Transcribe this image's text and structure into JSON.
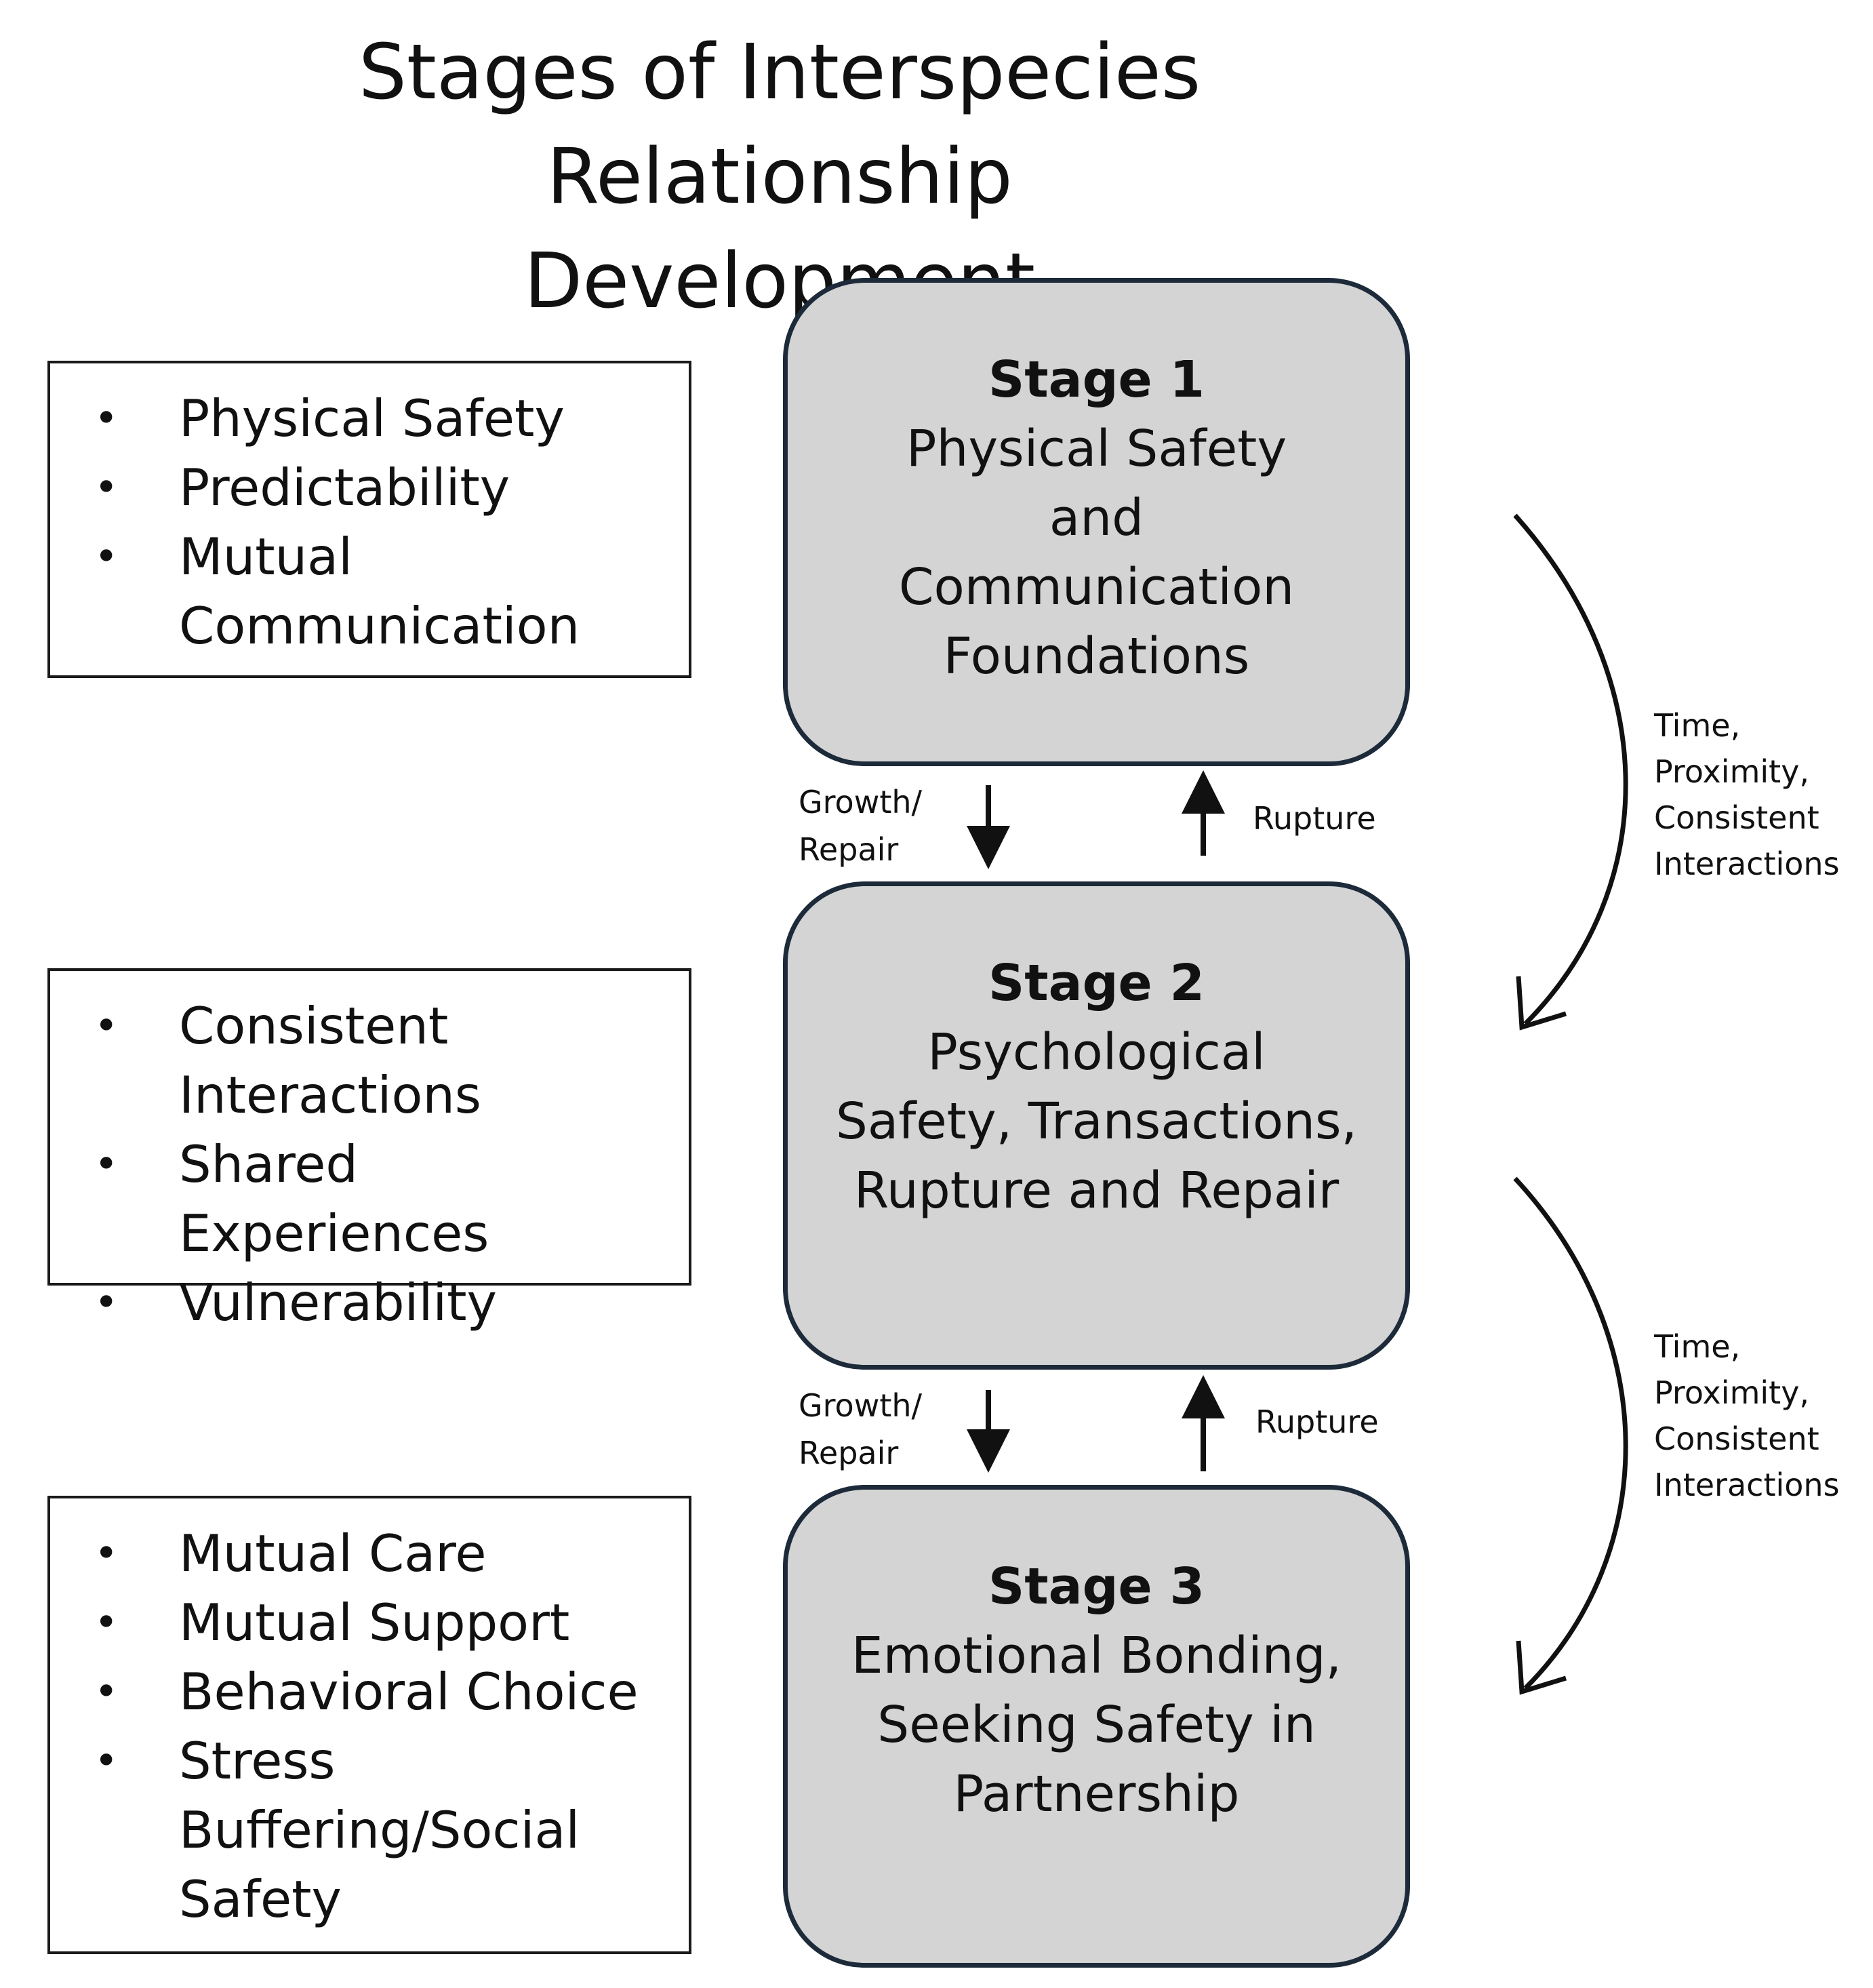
{
  "title": {
    "line1": "Stages of Interspecies Relationship",
    "line2": "Development"
  },
  "stages": [
    {
      "label": "Stage 1",
      "description": "Physical Safety and Communication Foundations"
    },
    {
      "label": "Stage 2",
      "description": "Psychological Safety, Transactions, Rupture and Repair"
    },
    {
      "label": "Stage 3",
      "description": "Emotional Bonding, Seeking Safety in Partnership"
    }
  ],
  "factor_lists": [
    [
      "Physical Safety",
      "Predictability",
      "Mutual Communication"
    ],
    [
      "Consistent Interactions",
      "Shared Experiences",
      "Vulnerability"
    ],
    [
      "Mutual Care",
      "Mutual Support",
      "Behavioral Choice",
      "Stress Buffering/Social Safety"
    ]
  ],
  "transitions": [
    {
      "down_label": "Growth/ Repair",
      "up_label": "Rupture"
    },
    {
      "down_label": "Growth/ Repair",
      "up_label": "Rupture"
    }
  ],
  "progression": [
    {
      "label_lines": [
        "Time,",
        "Proximity,",
        "Consistent",
        "Interactions"
      ]
    },
    {
      "label_lines": [
        "Time,",
        "Proximity,",
        "Consistent",
        "Interactions"
      ]
    }
  ],
  "colors": {
    "stage_fill": "#d4d4d4",
    "stage_border": "#1c2a39",
    "line": "#111111"
  }
}
